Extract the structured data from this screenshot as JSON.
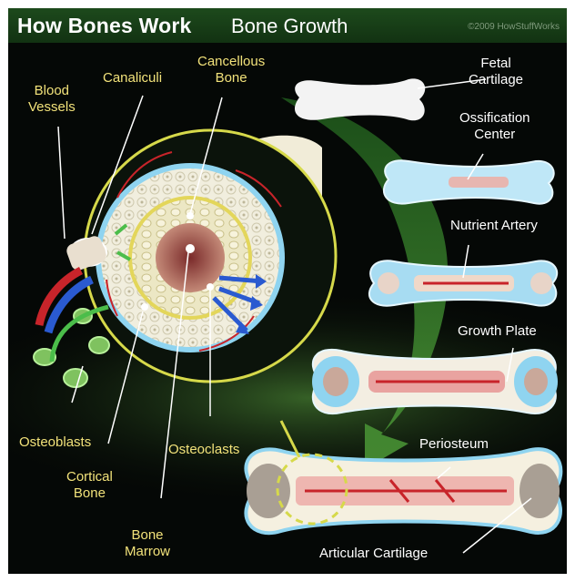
{
  "header": {
    "title_bold": "How Bones Work",
    "title_light": "Bone Growth",
    "copyright": "©2009 HowStuffWorks"
  },
  "labels": {
    "blood_vessels": [
      "Blood",
      "Vessels"
    ],
    "canaliculi": "Canaliculi",
    "cancellous_bone": [
      "Cancellous",
      "Bone"
    ],
    "osteoblasts": "Osteoblasts",
    "cortical_bone": [
      "Cortical",
      "Bone"
    ],
    "bone_marrow": [
      "Bone",
      "Marrow"
    ],
    "osteoclasts": "Osteoclasts",
    "fetal_cartilage": [
      "Fetal",
      "Cartilage"
    ],
    "ossification_center": [
      "Ossification",
      "Center"
    ],
    "nutrient_artery": "Nutrient Artery",
    "growth_plate": "Growth Plate",
    "periosteum": "Periosteum",
    "articular_cartilage": "Articular Cartilage"
  },
  "colors": {
    "background": "#050806",
    "header": "#1d4a1c",
    "cross_section_ring": "#d6d94a",
    "label_yellow": "#f2e27a",
    "label_white": "#ffffff",
    "cartilage_blue": "#8fd4f0",
    "marrow": "#a25a50",
    "artery_red": "#c8242a",
    "vein_blue": "#2a5ad0",
    "osteoblast_green": "#7fc25f",
    "growth_arrow": "#2f7a2a"
  }
}
